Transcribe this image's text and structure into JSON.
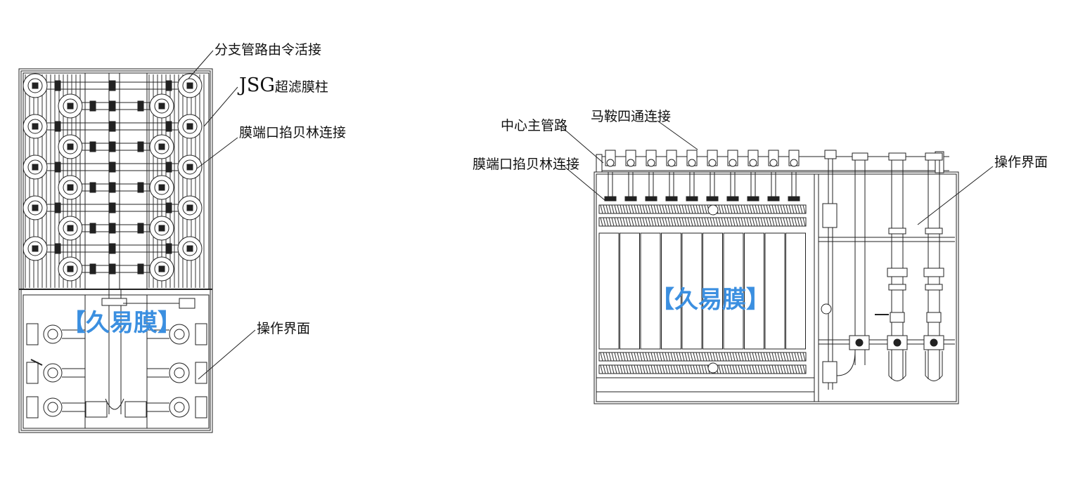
{
  "left_view": {
    "labels": {
      "branch_union": "分支管路由令活接",
      "jsg_prefix": "JSG",
      "jsg_suffix": "超滤膜柱",
      "membrane_end": "膜端口掐贝林连接",
      "operation": "操作界面"
    },
    "watermark": "【久易膜】"
  },
  "right_view": {
    "labels": {
      "saddle_cross": "马鞍四通连接",
      "center_main": "中心主管路",
      "membrane_end": "膜端口掐贝林连接",
      "operation": "操作界面"
    },
    "watermark": "【久易膜】"
  },
  "colors": {
    "line": "#222222",
    "watermark": "#3b8fe0"
  }
}
